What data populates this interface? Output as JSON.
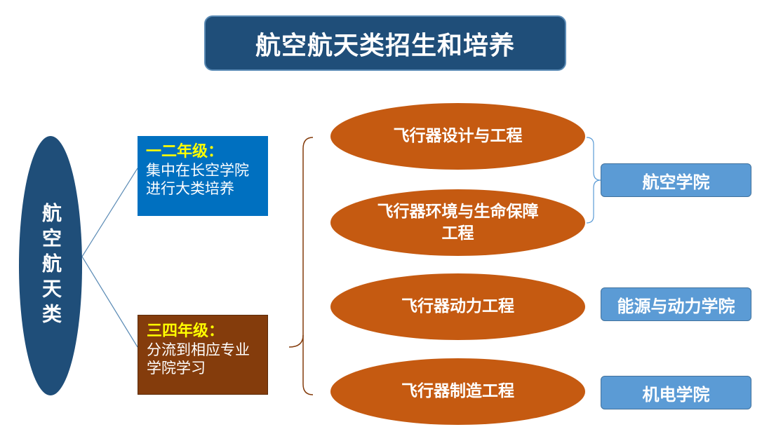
{
  "title": "航空航天类招生和培养",
  "category": "航空航天类",
  "grades": [
    {
      "heading": "一二年级：",
      "line1": "集中在长空学院",
      "line2": "进行大类培养"
    },
    {
      "heading": "三四年级：",
      "line1": "分流到相应专业",
      "line2": "学院学习"
    }
  ],
  "majors": [
    {
      "label": "飞行器设计与工程"
    },
    {
      "label": "飞行器环境与生命保障工程"
    },
    {
      "label": "飞行器动力工程"
    },
    {
      "label": "飞行器制造工程"
    }
  ],
  "colleges": [
    {
      "label": "航空学院"
    },
    {
      "label": "能源与动力学院"
    },
    {
      "label": "机电学院"
    }
  ],
  "colors": {
    "navy": "#1f4e79",
    "grade1_blue": "#0070c0",
    "grade2_brown": "#843c0c",
    "major_orange": "#c55a11",
    "college_blue": "#5b9bd5",
    "heading_yellow": "#ffff00"
  }
}
